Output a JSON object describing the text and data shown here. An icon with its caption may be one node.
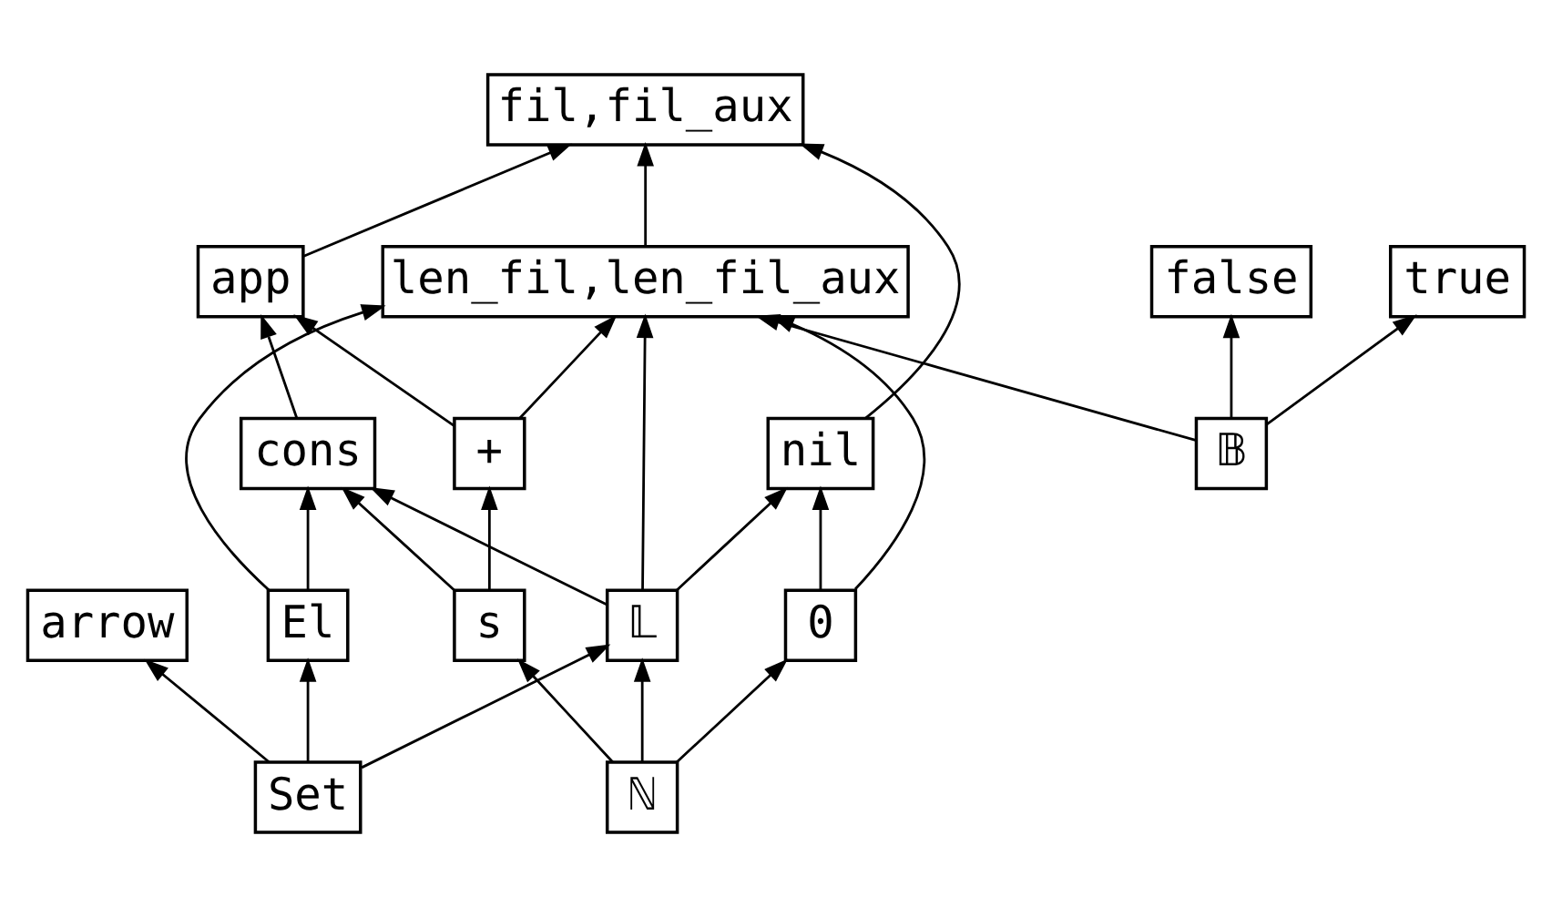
{
  "diagram": {
    "nodes": [
      {
        "text": [
          "fil,fil_aux"
        ]
      },
      {
        "text": [
          "app"
        ]
      },
      {
        "text": [
          "len_fil,len_fil_aux"
        ]
      },
      {
        "text": [
          "cons"
        ]
      },
      {
        "text": [
          "nil"
        ]
      },
      {
        "text": [
          "+"
        ]
      },
      {
        "text": [
          "arrow"
        ]
      },
      {
        "text": [
          "El"
        ]
      },
      {
        "text": [
          "𝕃"
        ]
      },
      {
        "text": [
          "0"
        ]
      },
      {
        "text": [
          "s"
        ]
      },
      {
        "text": [
          "true"
        ]
      },
      {
        "text": [
          "false"
        ]
      },
      {
        "text": [
          "Set"
        ]
      },
      {
        "text": [
          "ℕ"
        ]
      },
      {
        "text": [
          "𝔹"
        ]
      }
    ],
    "edges": [
      {
        "from": 1,
        "to": 0,
        "arrow": "to"
      },
      {
        "from": 4,
        "to": 0,
        "arrow": "to"
      },
      {
        "from": 2,
        "to": 0,
        "arrow": "to"
      },
      {
        "from": 3,
        "to": 1,
        "arrow": "to"
      },
      {
        "from": 5,
        "to": 1,
        "arrow": "to"
      },
      {
        "from": 7,
        "to": 2,
        "arrow": "to"
      },
      {
        "from": 8,
        "to": 2,
        "arrow": "to"
      },
      {
        "from": 9,
        "to": 2,
        "arrow": "to"
      },
      {
        "from": 5,
        "to": 2,
        "arrow": "to"
      },
      {
        "from": 15,
        "to": 2,
        "arrow": "to"
      },
      {
        "from": 7,
        "to": 3,
        "arrow": "to"
      },
      {
        "from": 8,
        "to": 3,
        "arrow": "to"
      },
      {
        "from": 10,
        "to": 3,
        "arrow": "to"
      },
      {
        "from": 8,
        "to": 4,
        "arrow": "to"
      },
      {
        "from": 9,
        "to": 4,
        "arrow": "to"
      },
      {
        "from": 10,
        "to": 5,
        "arrow": "to"
      },
      {
        "from": 13,
        "to": 6,
        "arrow": "to"
      },
      {
        "from": 13,
        "to": 7,
        "arrow": "to"
      },
      {
        "from": 13,
        "to": 8,
        "arrow": "to"
      },
      {
        "from": 14,
        "to": 8,
        "arrow": "to"
      },
      {
        "from": 14,
        "to": 9,
        "arrow": "to"
      },
      {
        "from": 14,
        "to": 10,
        "arrow": "to"
      },
      {
        "from": 15,
        "to": 11,
        "arrow": "to"
      },
      {
        "from": 15,
        "to": 12,
        "arrow": "to"
      }
    ]
  }
}
